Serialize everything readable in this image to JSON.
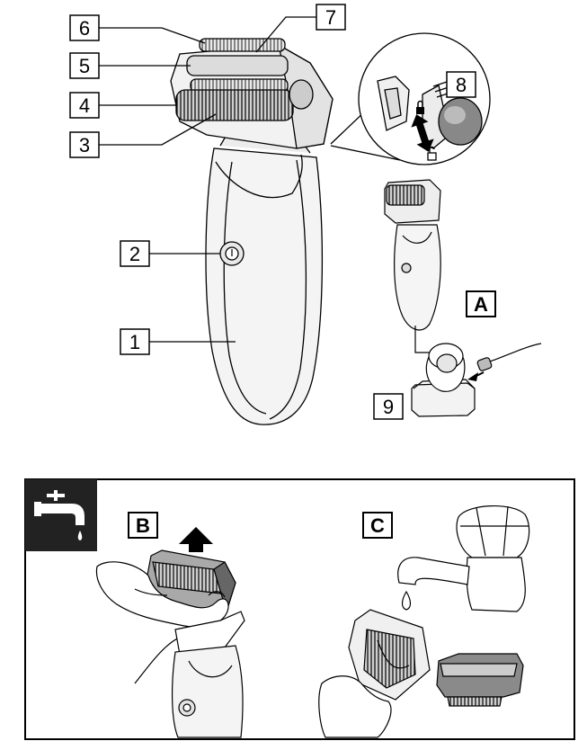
{
  "callouts": {
    "n1": "1",
    "n2": "2",
    "n3": "3",
    "n4": "4",
    "n5": "5",
    "n6": "6",
    "n7": "7",
    "n8": "8",
    "n9": "9"
  },
  "panels": {
    "a": "A",
    "b": "B",
    "c": "C"
  },
  "icons": {
    "tap_water": "water-tap-icon",
    "lock": "lock-icon",
    "unlock": "unlock-icon",
    "up_arrow": "up-arrow-icon",
    "double_arrow": "double-arrow-icon"
  },
  "colors": {
    "line": "#000000",
    "light_fill": "#eeeeee",
    "mid_fill": "#9a9a9a",
    "dark_fill": "#555555",
    "icon_bg": "#222222"
  }
}
